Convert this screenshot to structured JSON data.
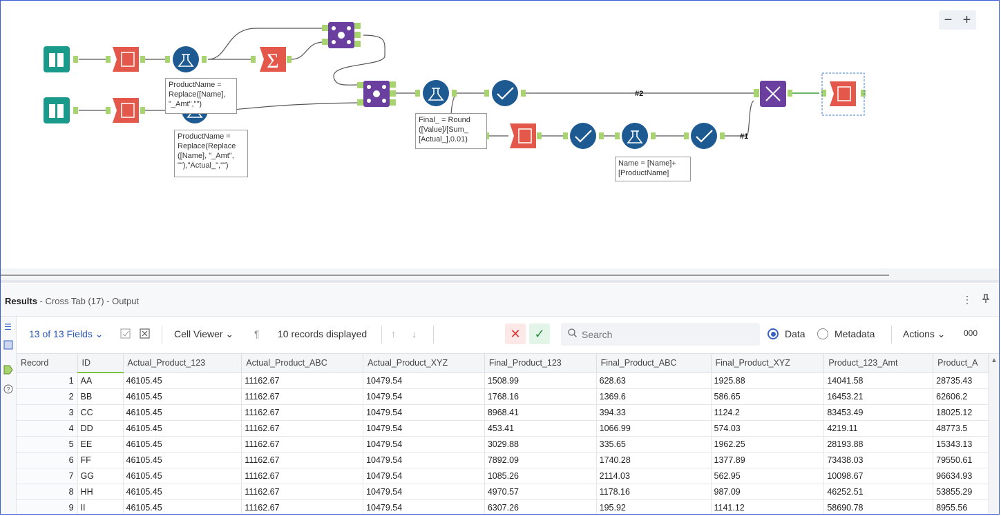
{
  "canvas": {
    "zoom_out": "−",
    "zoom_in": "+",
    "annotations": [
      "ProductName =\nReplace([Name],\n\"_Amt\",\"\")",
      "ProductName =\nReplace(Replace\n([Name], \"_Amt\",\n\"\"),\"Actual_\",\"\")",
      "Final_ = Round\n([Value]/[Sum_\n[Actual_],0.01)",
      "Name = [Name]+\n[ProductName]"
    ],
    "connection_labels": [
      "#2",
      "#1"
    ],
    "colors": {
      "input": "#1a9a8a",
      "select": "#e4584b",
      "formula": "#1d5a91",
      "join": "#6b3fa0",
      "summarize": "#e4584b",
      "anchor": "#a8d46f"
    }
  },
  "results": {
    "title": "Results",
    "subtitle": " - Cross Tab (17) - Output",
    "more_icon": "⋮",
    "pin_icon": "pin-icon"
  },
  "toolbar": {
    "fields": "13 of 13 Fields",
    "cell_viewer": "Cell Viewer",
    "records": "10 records displayed",
    "search_placeholder": "Search",
    "data": "Data",
    "metadata": "Metadata",
    "actions": "Actions",
    "extra": "000"
  },
  "table": {
    "headers": [
      "Record",
      "ID",
      "Actual_Product_123",
      "Actual_Product_ABC",
      "Actual_Product_XYZ",
      "Final_Product_123",
      "Final_Product_ABC",
      "Final_Product_XYZ",
      "Product_123_Amt",
      "Product_A"
    ],
    "rows": [
      [
        "1",
        "AA",
        "46105.45",
        "11162.67",
        "10479.54",
        "1508.99",
        "628.63",
        "1925.88",
        "14041.58",
        "28735.43"
      ],
      [
        "2",
        "BB",
        "46105.45",
        "11162.67",
        "10479.54",
        "1768.16",
        "1369.6",
        "586.65",
        "16453.21",
        "62606.2"
      ],
      [
        "3",
        "CC",
        "46105.45",
        "11162.67",
        "10479.54",
        "8968.41",
        "394.33",
        "1124.2",
        "83453.49",
        "18025.12"
      ],
      [
        "4",
        "DD",
        "46105.45",
        "11162.67",
        "10479.54",
        "453.41",
        "1066.99",
        "574.03",
        "4219.11",
        "48773.5"
      ],
      [
        "5",
        "EE",
        "46105.45",
        "11162.67",
        "10479.54",
        "3029.88",
        "335.65",
        "1962.25",
        "28193.88",
        "15343.13"
      ],
      [
        "6",
        "FF",
        "46105.45",
        "11162.67",
        "10479.54",
        "7892.09",
        "1740.28",
        "1377.89",
        "73438.03",
        "79550.61"
      ],
      [
        "7",
        "GG",
        "46105.45",
        "11162.67",
        "10479.54",
        "1085.26",
        "2114.03",
        "562.95",
        "10098.67",
        "96634.93"
      ],
      [
        "8",
        "HH",
        "46105.45",
        "11162.67",
        "10479.54",
        "4970.57",
        "1178.16",
        "987.09",
        "46252.51",
        "53855.29"
      ],
      [
        "9",
        "II",
        "46105.45",
        "11162.67",
        "10479.54",
        "6307.26",
        "195.92",
        "1141.12",
        "58690.78",
        "8955.56"
      ]
    ]
  }
}
